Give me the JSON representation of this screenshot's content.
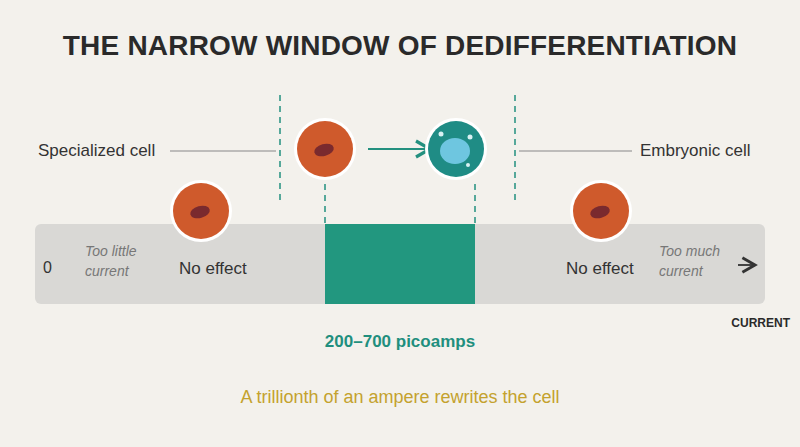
{
  "diagram": {
    "title": "THE NARROW WINDOW OF DEDIFFERENTIATION",
    "caption": "A trillionth of an ampere rewrites the cell",
    "nodes": [
      {
        "text": [
          "0",
          "Too little current",
          "No effect",
          "No effect",
          "Too much current"
        ]
      },
      {
        "text": [
          "200–700 picoamps"
        ],
        "in": 0
      }
    ],
    "labels": [
      "Specialized cell",
      "Embryonic cell",
      "CURRENT"
    ]
  }
}
